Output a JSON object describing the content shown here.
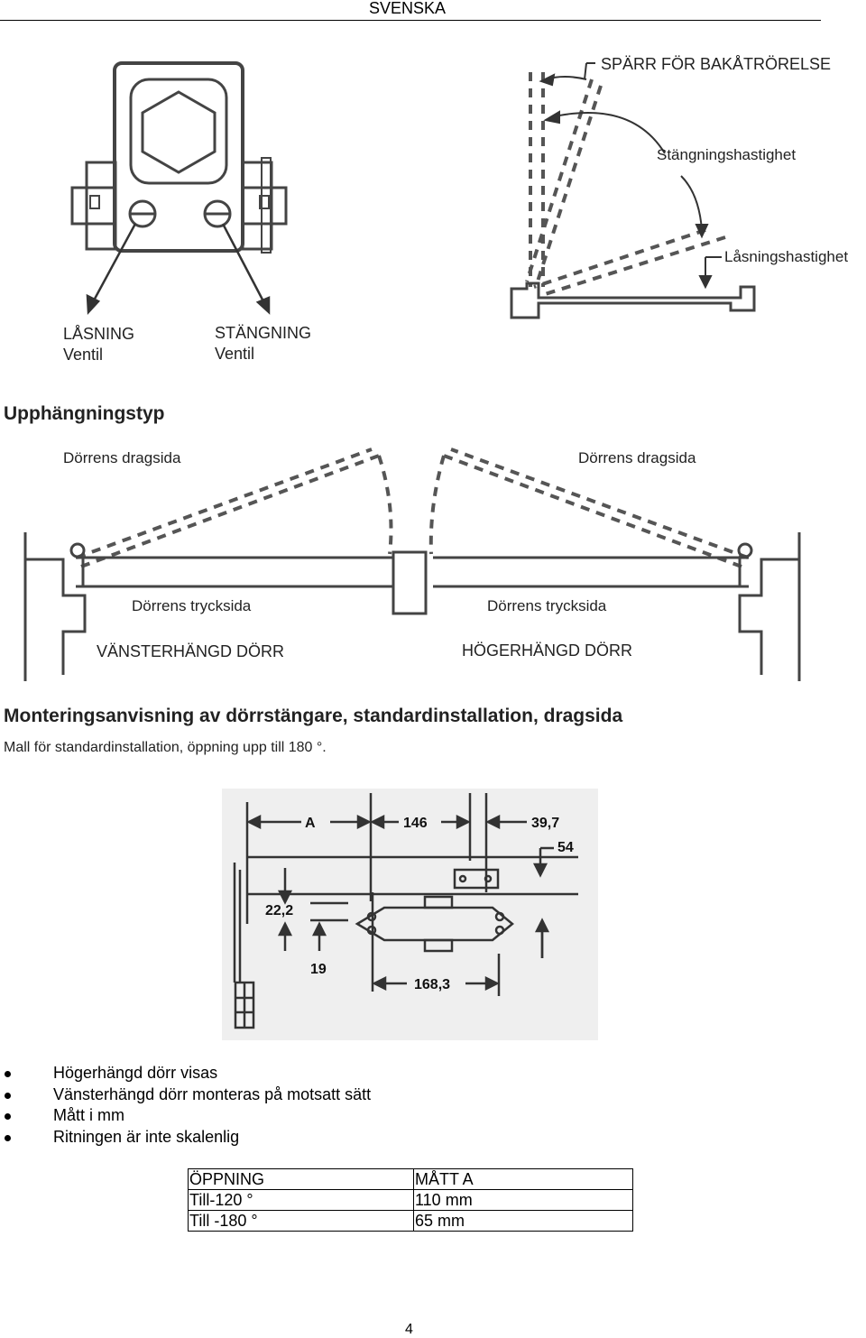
{
  "header": {
    "language": "SVENSKA"
  },
  "valve_diagram": {
    "locking_label": "LÅSNING",
    "locking_sub": "Ventil",
    "closing_label": "STÄNGNING",
    "closing_sub": "Ventil"
  },
  "speed_diagram": {
    "backcheck": "SPÄRR FÖR BAKÅTRÖRELSE",
    "closing_speed": "Stängningshastighet",
    "latching_speed": "Låsningshastighet"
  },
  "mounting": {
    "title": "Upphängningstyp",
    "pull_side_left": "Dörrens dragsida",
    "pull_side_right": "Dörrens dragsida",
    "push_side_left": "Dörrens trycksida",
    "push_side_right": "Dörrens trycksida",
    "left_hand": "VÄNSTERHÄNGD DÖRR",
    "right_hand": "HÖGERHÄNGD DÖRR"
  },
  "installation": {
    "title": "Monteringsanvisning av dörrstängare, standardinstallation, dragsida",
    "subtitle": "Mall för standardinstallation, öppning upp till 180 °."
  },
  "template": {
    "dim_a": "A",
    "dim_146": "146",
    "dim_39_7": "39,7",
    "dim_54": "54",
    "dim_22_2": "22,2",
    "dim_19": "19",
    "dim_168_3": "168,3",
    "background": "#efefef"
  },
  "notes": [
    "Högerhängd dörr visas",
    "Vänsterhängd dörr monteras på motsatt sätt",
    "Mått i mm",
    "Ritningen är inte skalenlig"
  ],
  "table": {
    "headers": [
      "ÖPPNING",
      "MÅTT A"
    ],
    "rows": [
      [
        "Till-120 °",
        "110 mm"
      ],
      [
        "Till -180 °",
        "65 mm"
      ]
    ]
  },
  "page_number": "4"
}
